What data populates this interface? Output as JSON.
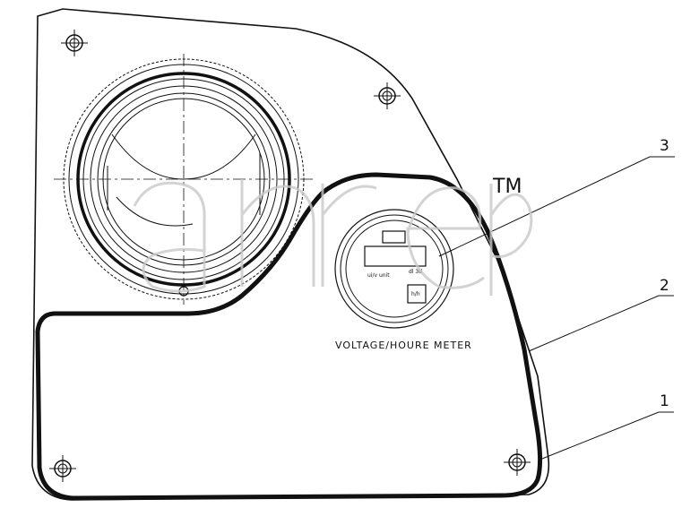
{
  "drawing": {
    "meter_caption": "VOLTAGE/HOURE METER",
    "meter_face": {
      "left_label": "ui/v\nunit",
      "right_label": "dl 3d",
      "small_label": "h/h"
    }
  },
  "callouts": [
    {
      "id": "1",
      "label": "1"
    },
    {
      "id": "2",
      "label": "2"
    },
    {
      "id": "3",
      "label": "3"
    }
  ],
  "watermark": {
    "mark": "TM"
  },
  "colors": {
    "line": "#111111",
    "watermark": "#c8c8c8"
  }
}
